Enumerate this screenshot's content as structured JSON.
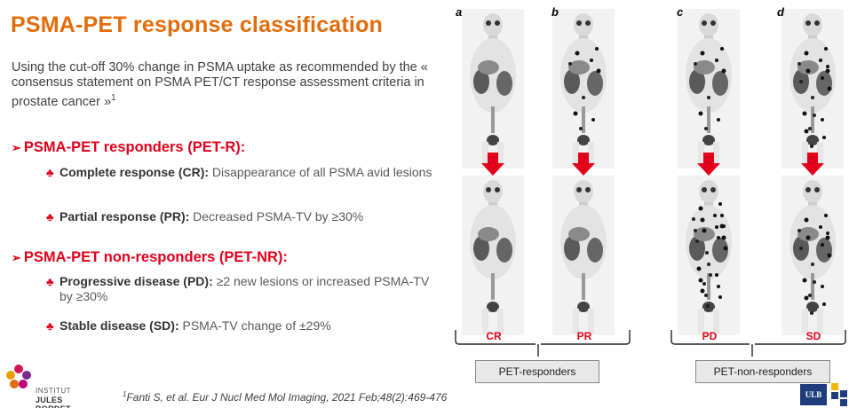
{
  "title": "PSMA-PET response classification",
  "intro": {
    "text": "Using the cut-off 30% change in PSMA uptake as recommended by the « consensus statement on PSMA PET/CT response assessment criteria in prostate cancer »",
    "ref": "1"
  },
  "responders": {
    "heading": "PSMA-PET responders (PET-R):",
    "items": [
      {
        "term": "Complete response (CR):",
        "desc": " Disappearance of all PSMA avid lesions"
      },
      {
        "term": "Partial response (PR):",
        "desc": " Decreased PSMA-TV by ≥30%"
      }
    ]
  },
  "non_responders": {
    "heading": "PSMA-PET non-responders (PET-NR):",
    "items": [
      {
        "term": "Progressive disease (PD):",
        "desc": " ≥2 new lesions or increased PSMA-TV by ≥30%"
      },
      {
        "term": "Stable disease (SD):",
        "desc": " PSMA-TV change of ±29%"
      }
    ]
  },
  "figure": {
    "panels": [
      "a",
      "b",
      "c",
      "d"
    ],
    "captions": [
      "CR",
      "PR",
      "PD",
      "SD"
    ],
    "groups": [
      "PET-responders",
      "PET-non-responders"
    ]
  },
  "footnote": {
    "ref": "1",
    "text": "Fanti S, et al. Eur J Nucl Med Mol Imaging, 2021 Feb;48(2):469-476"
  },
  "logo": {
    "line1": "INSTITUT",
    "line2": "JULES BORDET"
  },
  "ulb": "ULB",
  "colors": {
    "title": "#e36c0a",
    "accent": "#e3001b"
  }
}
